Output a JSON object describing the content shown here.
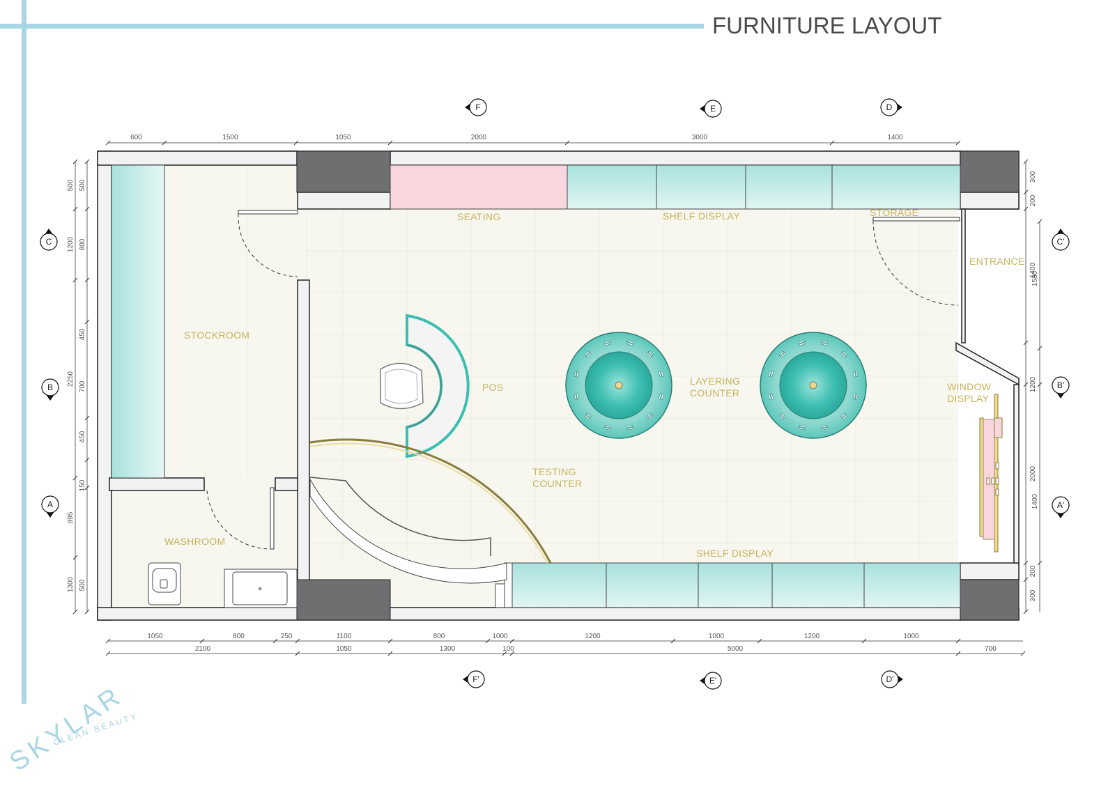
{
  "title": "FURNITURE LAYOUT",
  "brand": {
    "name": "SKYLAR",
    "tagline": "CLEAN BEAUTY"
  },
  "colors": {
    "accent_line": "#a9d6e3",
    "wall": "#f2f2f2",
    "column": "#6f6f71",
    "shelf": "#bde9e6",
    "seating": "#f9d6dd",
    "label": "#c7b25c",
    "floor": "#f7f7f0",
    "table_teal": "#3cbfb1"
  },
  "rooms": {
    "seating": "SEATING",
    "shelf_display_top": "SHELF DISPLAY",
    "storage": "STORAGE",
    "entrance": "ENTRANCE",
    "stockroom": "STOCKROOM",
    "pos": "POS",
    "layering_counter": "LAYERING\nCOUNTER",
    "window_display": "WINDOW\nDISPLAY",
    "testing_counter": "TESTING\nCOUNTER",
    "washroom": "WASHROOM",
    "shelf_display_bottom": "SHELF DISPLAY"
  },
  "section_markers": {
    "top": [
      "F",
      "E",
      "D"
    ],
    "bottom": [
      "F'",
      "E'",
      "D'"
    ],
    "left": [
      "C",
      "B",
      "A"
    ],
    "right": [
      "C'",
      "B'",
      "A'"
    ]
  },
  "dimensions": {
    "top": [
      "600",
      "1500",
      "1050",
      "2000",
      "3000",
      "1400"
    ],
    "bottom_row1": [
      "1050",
      "800",
      "250",
      "1100",
      "800",
      "1000",
      "1200",
      "1000",
      "1200",
      "1000"
    ],
    "bottom_row2": [
      "2100",
      "1050",
      "1300",
      "100",
      "5000",
      "700"
    ],
    "left_outer": [
      "500",
      "1200",
      "2250",
      "995",
      "1300"
    ],
    "left_inner": [
      "500",
      "800",
      "450",
      "700",
      "450",
      "150",
      "500"
    ],
    "right_inner": [
      "300",
      "200",
      "1400",
      "1200",
      "2000",
      "200",
      "300"
    ],
    "right_outer": [
      "1580",
      "1400"
    ]
  }
}
